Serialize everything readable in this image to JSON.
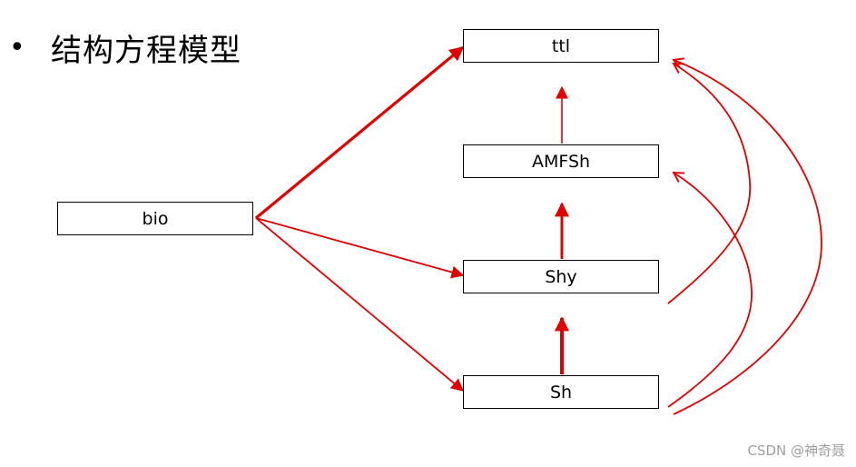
{
  "slide": {
    "bullet": "•",
    "title": "结构方程模型"
  },
  "nodes": {
    "ttl": "ttl",
    "amfsh": "AMFSh",
    "bio": "bio",
    "shy": "Shy",
    "sh": "Sh"
  },
  "edges": [
    {
      "from": "bio",
      "to": "ttl"
    },
    {
      "from": "bio",
      "to": "Shy"
    },
    {
      "from": "bio",
      "to": "Sh"
    },
    {
      "from": "AMFSh",
      "to": "ttl"
    },
    {
      "from": "Shy",
      "to": "AMFSh"
    },
    {
      "from": "Sh",
      "to": "Shy"
    },
    {
      "from": "Shy",
      "to": "ttl"
    },
    {
      "from": "Sh",
      "to": "AMFSh"
    },
    {
      "from": "Sh",
      "to": "ttl"
    }
  ],
  "colors": {
    "arrow": "#e00000",
    "box_border": "#000000",
    "watermark": "#a0a0a0"
  },
  "watermark": "CSDN @神奇聂"
}
